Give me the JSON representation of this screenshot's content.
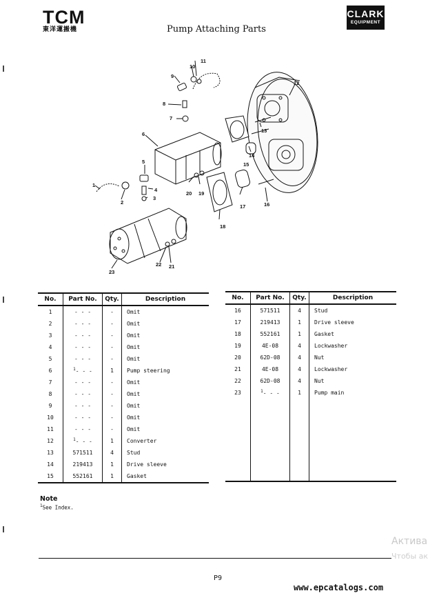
{
  "header": {
    "brand_left": "TCM",
    "brand_left_sub": "東洋運搬機",
    "title": "Pump Attaching Parts",
    "brand_right": "CLARK",
    "brand_right_sub": "EQUIPMENT"
  },
  "diagram": {
    "callouts": [
      "1",
      "2",
      "3",
      "4",
      "5",
      "6",
      "7",
      "8",
      "9",
      "10",
      "11",
      "12",
      "13",
      "14",
      "15",
      "16",
      "17",
      "18",
      "19",
      "20",
      "21",
      "22",
      "23"
    ]
  },
  "table": {
    "headers": {
      "no": "No.",
      "part_no": "Part No.",
      "qty": "Qty.",
      "description": "Description"
    },
    "left_rows": [
      {
        "no": "1",
        "part": "- - -",
        "qty": "-",
        "desc": "Omit"
      },
      {
        "no": "2",
        "part": "- - -",
        "qty": "-",
        "desc": "Omit"
      },
      {
        "no": "3",
        "part": "- - -",
        "qty": "-",
        "desc": "Omit"
      },
      {
        "no": "4",
        "part": "- - -",
        "qty": "-",
        "desc": "Omit"
      },
      {
        "no": "5",
        "part": "- - -",
        "qty": "-",
        "desc": "Omit"
      },
      {
        "no": "6",
        "part_sup": "1",
        "part": "- - -",
        "qty": "1",
        "desc": "Pump steering"
      },
      {
        "no": "7",
        "part": "- - -",
        "qty": "-",
        "desc": "Omit"
      },
      {
        "no": "8",
        "part": "- - -",
        "qty": "-",
        "desc": "Omit"
      },
      {
        "no": "9",
        "part": "- - -",
        "qty": "-",
        "desc": "Omit"
      },
      {
        "no": "10",
        "part": "- - -",
        "qty": "-",
        "desc": "Omit"
      },
      {
        "no": "11",
        "part": "- - -",
        "qty": "-",
        "desc": "Omit"
      },
      {
        "no": "12",
        "part_sup": "1",
        "part": "- - -",
        "qty": "1",
        "desc": "Converter"
      },
      {
        "no": "13",
        "part": "571511",
        "qty": "4",
        "desc": "Stud"
      },
      {
        "no": "14",
        "part": "219413",
        "qty": "1",
        "desc": "Drive sleeve"
      },
      {
        "no": "15",
        "part": "552161",
        "qty": "1",
        "desc": "Gasket"
      }
    ],
    "right_rows": [
      {
        "no": "16",
        "part": "571511",
        "qty": "4",
        "desc": "Stud"
      },
      {
        "no": "17",
        "part": "219413",
        "qty": "1",
        "desc": "Drive sleeve"
      },
      {
        "no": "18",
        "part": "552161",
        "qty": "1",
        "desc": "Gasket"
      },
      {
        "no": "19",
        "part": "4E-08",
        "qty": "4",
        "desc": "Lockwasher"
      },
      {
        "no": "20",
        "part": "62D-08",
        "qty": "4",
        "desc": "Nut"
      },
      {
        "no": "21",
        "part": "4E-08",
        "qty": "4",
        "desc": "Lockwasher"
      },
      {
        "no": "22",
        "part": "62D-08",
        "qty": "4",
        "desc": "Nut"
      },
      {
        "no": "23",
        "part_sup": "1",
        "part": "- - -",
        "qty": "1",
        "desc": "Pump main"
      }
    ]
  },
  "note": {
    "heading": "Note",
    "sup": "1",
    "text": "See Index."
  },
  "footer": {
    "page_number": "P9",
    "watermark_line1": "Актива",
    "watermark_line2": "Чтобы ак",
    "url": "www.epcatalogs.com"
  }
}
